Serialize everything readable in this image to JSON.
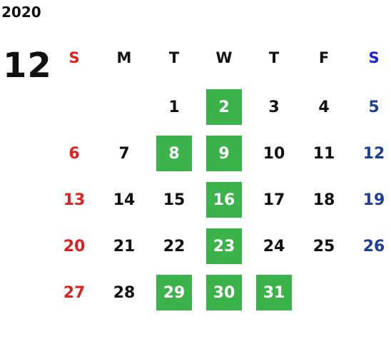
{
  "year": "2020",
  "month": "12",
  "weekdays": [
    "S",
    "M",
    "T",
    "W",
    "T",
    "F",
    "S"
  ],
  "weeks": [
    [
      "",
      "",
      "1",
      "2",
      "3",
      "4",
      "5"
    ],
    [
      "6",
      "7",
      "8",
      "9",
      "10",
      "11",
      "12"
    ],
    [
      "13",
      "14",
      "15",
      "16",
      "17",
      "18",
      "19"
    ],
    [
      "20",
      "21",
      "22",
      "23",
      "24",
      "25",
      "26"
    ],
    [
      "27",
      "28",
      "29",
      "30",
      "31",
      "",
      ""
    ]
  ],
  "highlighted_days": [
    "2",
    "8",
    "9",
    "16",
    "23",
    "29",
    "30",
    "31"
  ],
  "colors": {
    "sunday": "#e02020",
    "saturday": "#1f3f95",
    "saturday_header": "#1e22d8",
    "highlight": "#3cb34a",
    "text": "#111111"
  }
}
